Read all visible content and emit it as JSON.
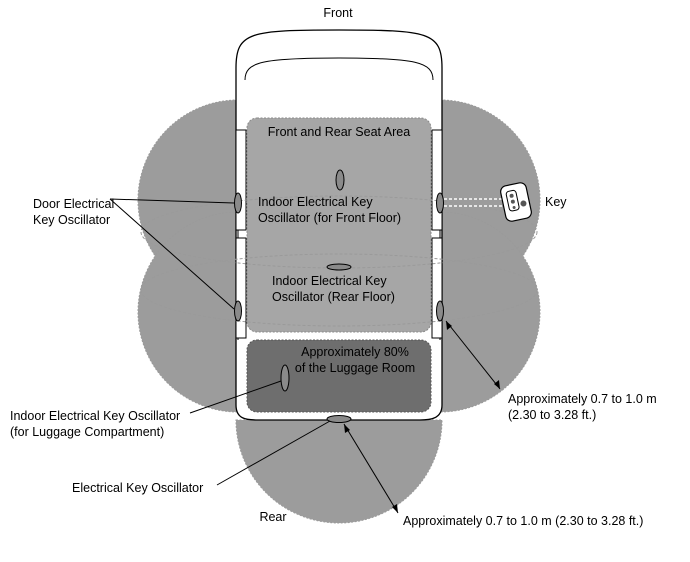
{
  "labels": {
    "front": "Front",
    "rear": "Rear",
    "seat_area": "Front and Rear Seat Area",
    "indoor_front_line1": "Indoor Electrical Key",
    "indoor_front_line2": "Oscillator (for Front Floor)",
    "indoor_rear_line1": "Indoor Electrical Key",
    "indoor_rear_line2": "Oscillator (Rear Floor)",
    "luggage_area_line1": "Approximately 80%",
    "luggage_area_line2": "of the Luggage Room",
    "door_osc_line1": "Door Electrical",
    "door_osc_line2": "Key Oscillator",
    "key": "Key",
    "range_side_line1": "Approximately 0.7 to 1.0 m",
    "range_side_line2": "(2.30 to 3.28 ft.)",
    "luggage_osc_line1": "Indoor Electrical Key Oscillator",
    "luggage_osc_line2": "(for Luggage Compartment)",
    "rear_osc": "Electrical Key Oscillator",
    "range_rear": "Approximately 0.7 to 1.0 m (2.30 to 3.28 ft.)"
  },
  "colors": {
    "detection_zone": "#9c9c9c",
    "cabin_zone": "#a6a6a6",
    "luggage_zone": "#6e6e6e",
    "oscillator": "#8a8a8a"
  }
}
